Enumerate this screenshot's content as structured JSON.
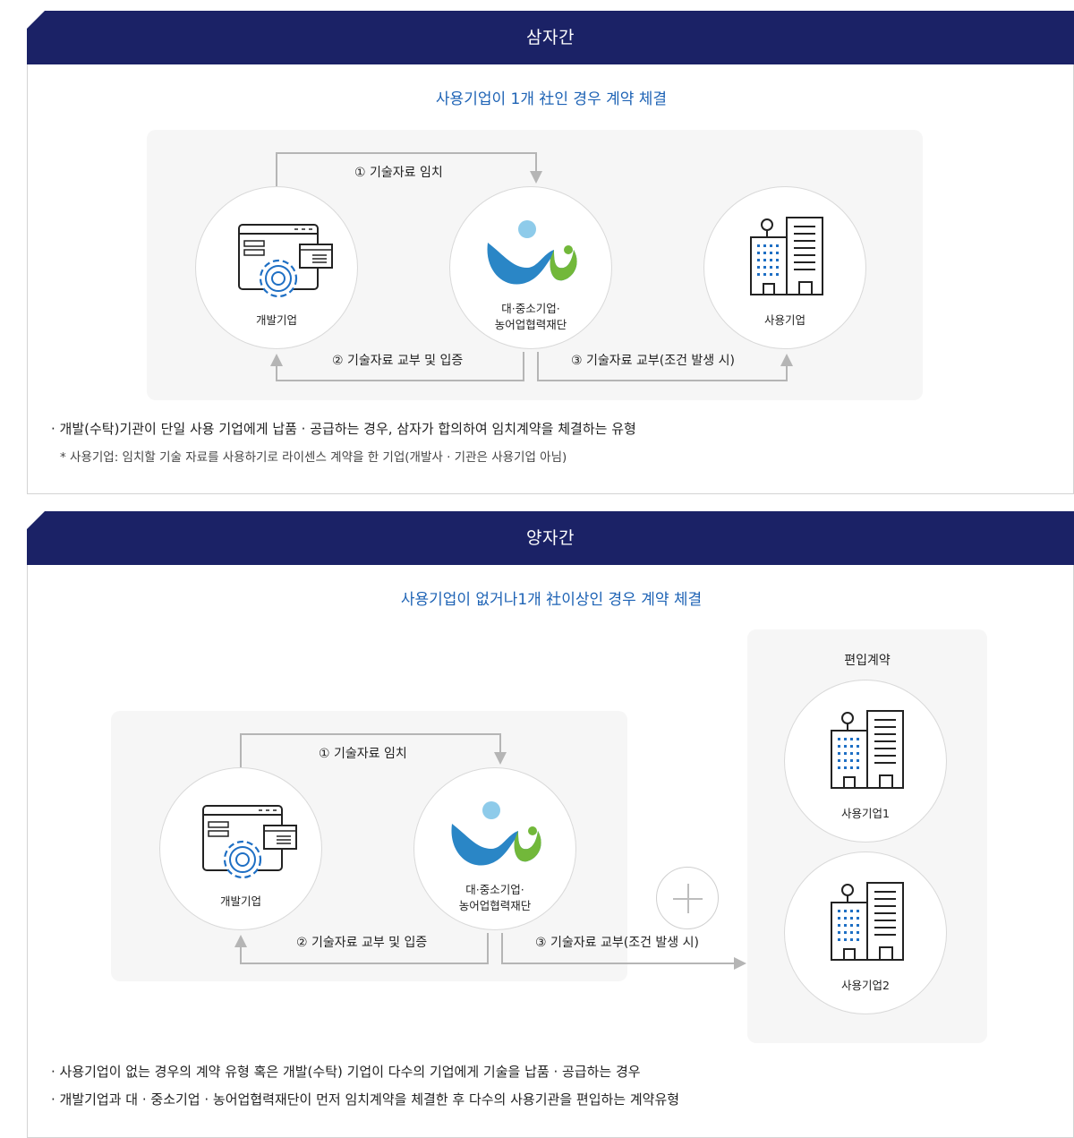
{
  "colors": {
    "header_bg": "#1b2266",
    "subtitle": "#1e63b5",
    "gear_blue": "#1e6fc4",
    "logo_blue": "#2a86c6",
    "logo_green": "#72b83a",
    "logo_light": "#8ecbea",
    "arrow": "#b5b5b5"
  },
  "icons": {
    "developer": "monitor-gear-icon",
    "foundation": "foundation-logo-icon",
    "user": "building-person-icon",
    "plus": "plus-icon"
  },
  "three_party": {
    "header": "삼자간",
    "subtitle": "사용기업이 1개 社인 경우 계약 체결",
    "nodes": {
      "developer": "개발기업",
      "foundation_line1": "대·중소기업·",
      "foundation_line2": "농어업협력재단",
      "user": "사용기업"
    },
    "arrows": {
      "escrow": "① 기술자료 임치",
      "deliver": "② 기술자료 교부 및 입증",
      "release": "③ 기술자료 교부(조건 발생 시)"
    },
    "notes": [
      "· 개발(수탁)기관이 단일 사용 기업에게 납품 · 공급하는 경우, 삼자가 합의하여 임치계약을 체결하는 유형",
      "* 사용기업: 임치할 기술 자료를 사용하기로 라이센스 계약을 한 기업(개발사 · 기관은 사용기업 아님)"
    ]
  },
  "two_party": {
    "header": "양자간",
    "subtitle": "사용기업이 없거나1개 社이상인 경우 계약 체결",
    "nodes": {
      "developer": "개발기업",
      "foundation_line1": "대·중소기업·",
      "foundation_line2": "농어업협력재단",
      "user1": "사용기업1",
      "user2": "사용기업2"
    },
    "group_title": "편입계약",
    "arrows": {
      "escrow": "① 기술자료 임치",
      "deliver": "② 기술자료 교부 및 입증",
      "release": "③ 기술자료 교부(조건 발생 시)"
    },
    "notes": [
      "· 사용기업이 없는 경우의 계약 유형 혹은 개발(수탁) 기업이 다수의 기업에게 기술을 납품 · 공급하는 경우",
      "· 개발기업과 대 · 중소기업 · 농어업협력재단이 먼저 임치계약을 체결한 후 다수의 사용기관을 편입하는 계약유형"
    ]
  }
}
